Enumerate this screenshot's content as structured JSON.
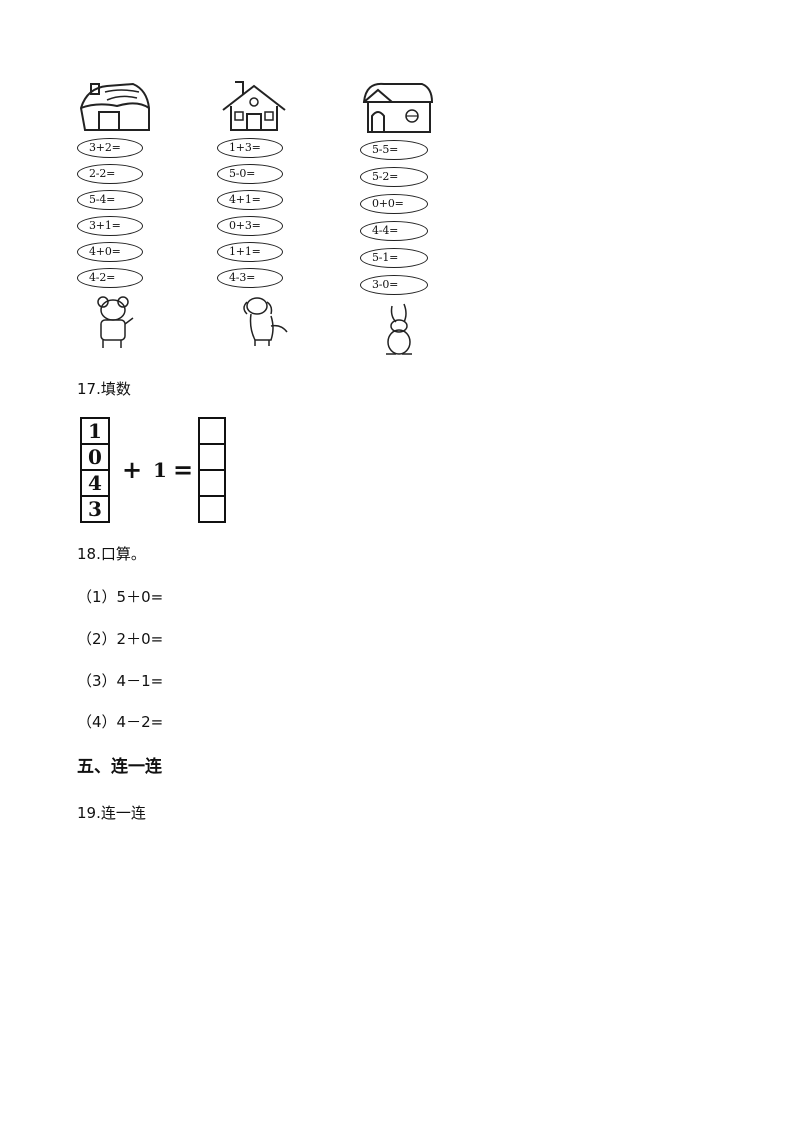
{
  "columns": [
    {
      "equations": [
        "3+2=",
        "2-2=",
        "5-4=",
        "3+1=",
        "4+0=",
        "4-2="
      ]
    },
    {
      "equations": [
        "1+3=",
        "5-0=",
        "4+1=",
        "0+3=",
        "1+1=",
        "4-3="
      ]
    },
    {
      "equations": [
        "5-5=",
        "5-2=",
        "0+0=",
        "4-4=",
        "5-1=",
        "3-0="
      ]
    }
  ],
  "q17": {
    "label": "17.填数",
    "numbers": [
      "1",
      "0",
      "4",
      "3"
    ],
    "plus": "+",
    "addend": "1",
    "equals": "="
  },
  "q18": {
    "label": "18.口算。",
    "items": [
      "（1）5＋0=",
      "（2）2＋0=",
      "（3）4－1=",
      "（4）4－2="
    ]
  },
  "section5": "五、连一连",
  "q19": {
    "label": "19.连一连"
  }
}
